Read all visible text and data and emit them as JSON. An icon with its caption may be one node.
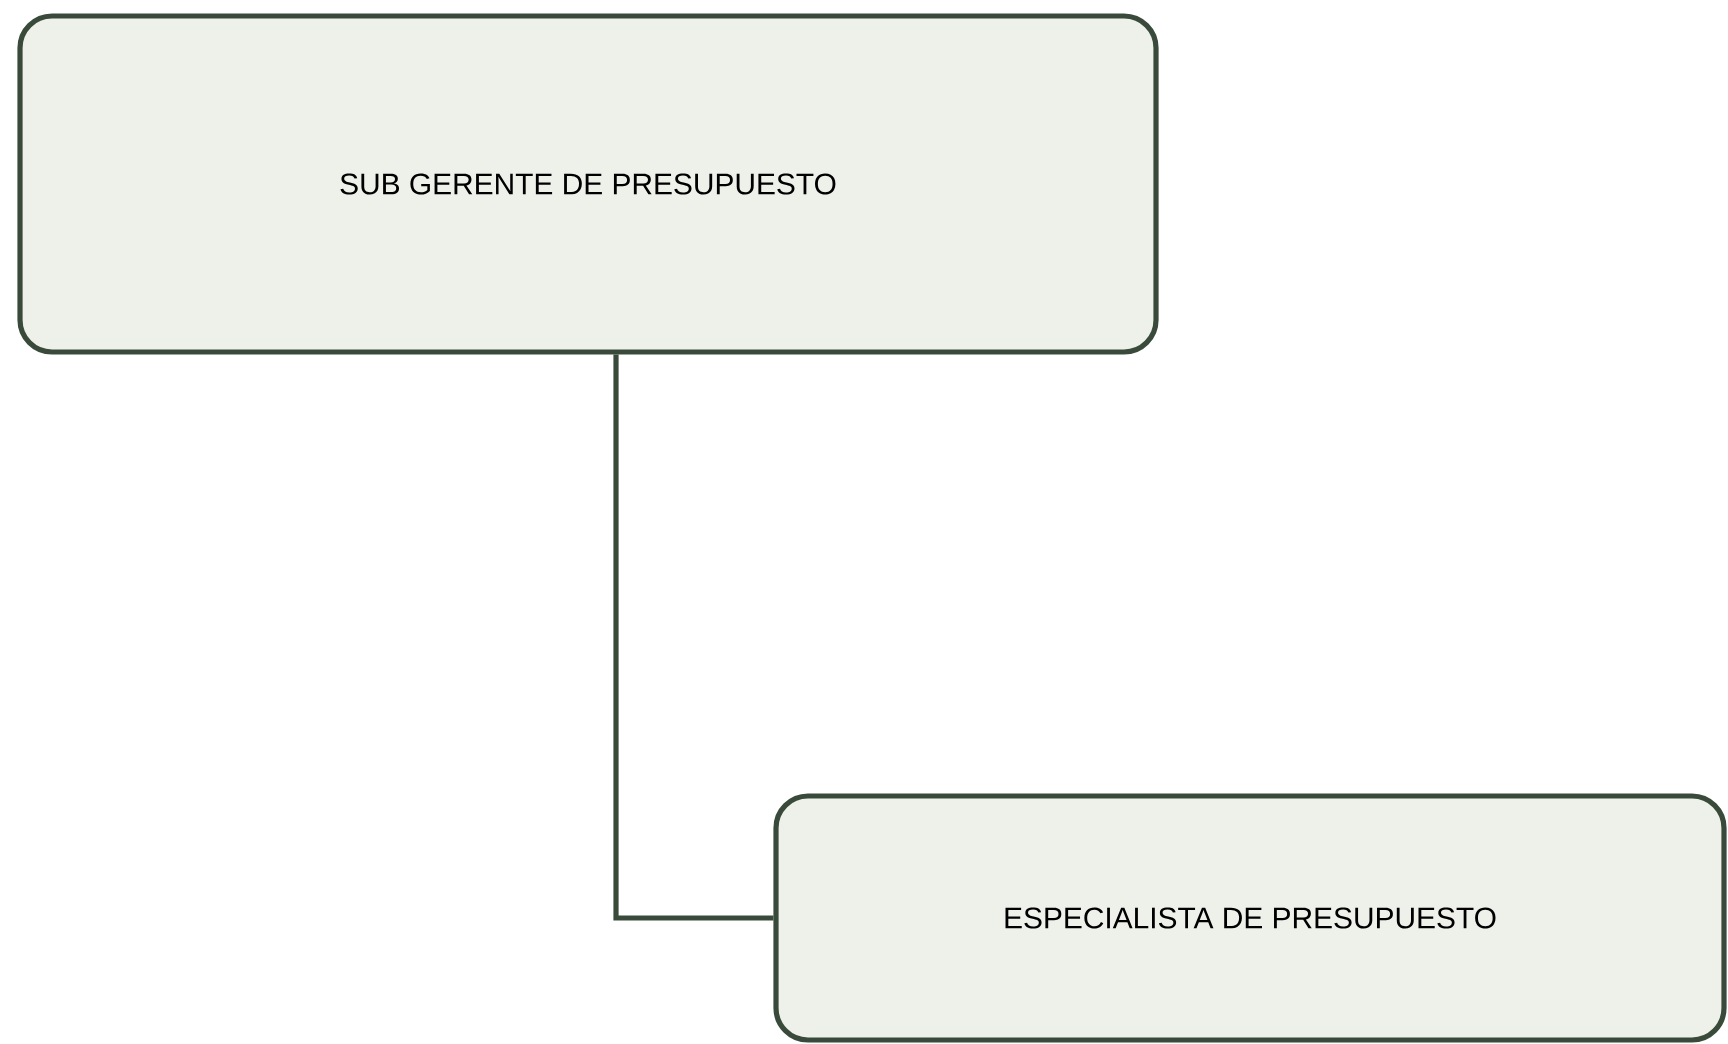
{
  "diagram": {
    "nodes": [
      {
        "text": [
          "SUB GERENTE DE PRESUPUESTO"
        ]
      },
      {
        "text": [
          "ESPECIALISTA DE PRESUPUESTO"
        ]
      }
    ],
    "edges": [
      {
        "from": 0,
        "to": 1,
        "arrow": "none"
      }
    ]
  }
}
